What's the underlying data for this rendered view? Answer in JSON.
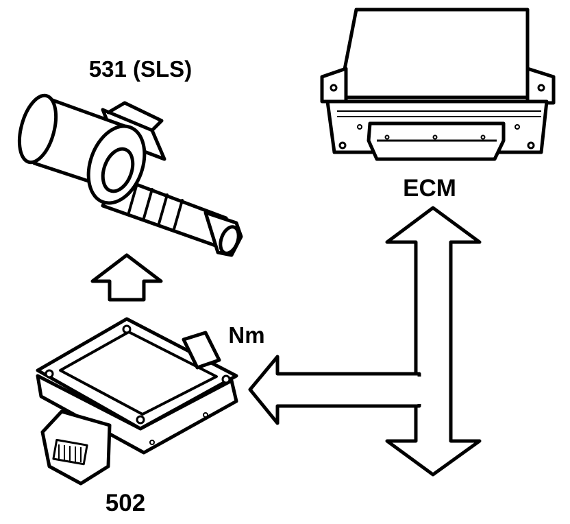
{
  "labels": {
    "component_531": "531 (SLS)",
    "component_ecm": "ECM",
    "component_502": "502",
    "signal_torque": "Nm"
  },
  "colors": {
    "line": "#000000",
    "fill": "#ffffff"
  }
}
